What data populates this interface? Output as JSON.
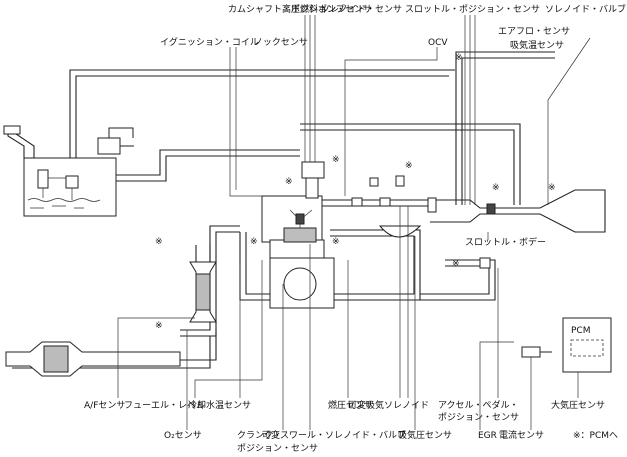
{
  "labels": {
    "camshaft": "カムシャフト・ポジション・センサ",
    "high_pressure": "高圧燃料ポンプ",
    "solenoid": "ソレノイド・センサ",
    "throttle_pos": "スロットル・ポジション・センサ",
    "solenoid_valve": "ソレノイド・バルブ",
    "ignition": "イグニッション・コイル",
    "knock": "ノックセンサ",
    "ocv": "OCV",
    "airflow": "エアフロ・センサ",
    "intake_temp": "吸気温センサ",
    "throttle_body": "スロットル・ボデー",
    "pcm": "PCM",
    "af_sensor": "A/Fセンサ",
    "fuel_level": "フューエル・レベル",
    "coolant_temp": "冷却水温センサ",
    "fuel_pressure": "燃圧センサ",
    "variable_intake": "可変吸気ソレノイド",
    "accel": "アクセル・ペダル・",
    "accel2": "ポジション・センサ",
    "baro": "大気圧センサ",
    "egr": "EGR",
    "current": "電流センサ",
    "o2": "O₂センサ",
    "crank": "クランク・",
    "crank2": "ポジション・センサ",
    "var_swirl": "可変スワール・ソレノイド・バルブ",
    "intake_pressure": "吸気圧センサ",
    "note": "※：PCMへ",
    "mark": "※"
  }
}
